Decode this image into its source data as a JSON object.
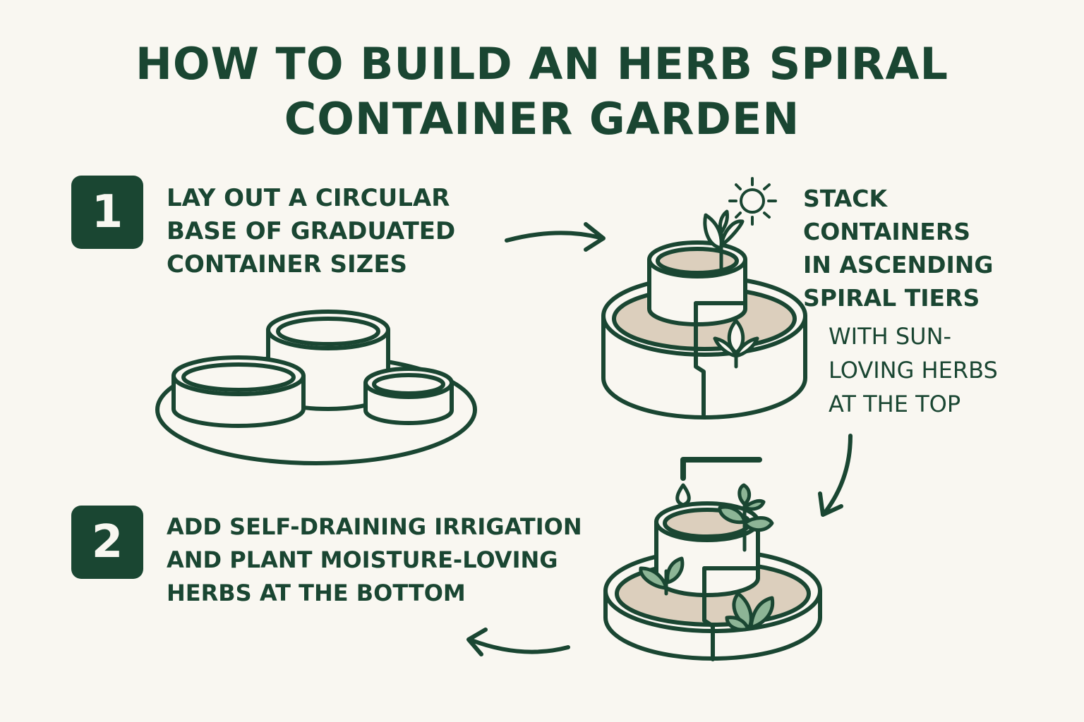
{
  "title": {
    "line1": "HOW TO BUILD AN HERB SPIRAL",
    "line2": "CONTAINER GARDEN"
  },
  "step1": {
    "number": "1",
    "lines": [
      "LAY OUT A CIRCULAR",
      "BASE OF GRADUATED",
      "CONTAINER SIZES"
    ]
  },
  "stack_step": {
    "lines": [
      "STACK",
      "CONTAINERS",
      "IN ASCENDING",
      "SPIRAL TIERS"
    ],
    "sub_lines": [
      "WITH SUN-",
      "LOVING HERBS",
      "AT THE TOP"
    ]
  },
  "step2": {
    "number": "2",
    "lines": [
      "ADD SELF-DRAINING IRRIGATION",
      "AND PLANT MOISTURE-LOVING",
      "HERBS AT THE BOTTOM"
    ]
  },
  "colors": {
    "background": "#f9f7f1",
    "ink": "#1a4632",
    "soil": "#dccfbd",
    "leaf": "#8db596"
  },
  "icons": [
    "sun-icon",
    "water-drop-icon",
    "herb-sprout-icon",
    "leaf-icon",
    "arrow-right-icon",
    "arrow-down-icon",
    "arrow-left-icon"
  ]
}
